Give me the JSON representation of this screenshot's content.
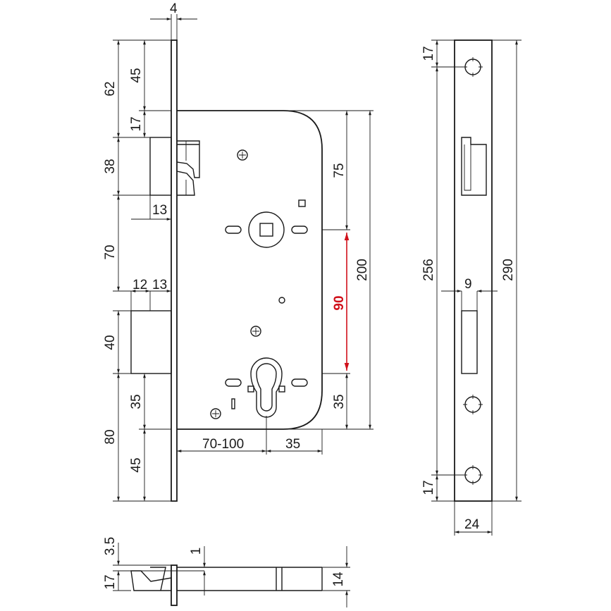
{
  "front_view": {
    "dims": {
      "faceplate_thickness": "4",
      "top_to_latch": "62",
      "top_to_case": "45",
      "case_top_offset": "17",
      "latch_height": "38",
      "latch_projection": "13",
      "latch_to_bolt": "70",
      "bolt_projection_a": "12",
      "bolt_projection_b": "13",
      "bolt_height": "40",
      "bolt_to_case_bottom": "35",
      "bottom_section": "80",
      "case_bottom_to_plate": "45",
      "backset": "70-100",
      "cylinder_offset": "35",
      "case_top_to_spindle": "75",
      "spindle_to_cylinder": "90",
      "case_height": "200",
      "cylinder_to_case_bottom": "35"
    }
  },
  "faceplate_view": {
    "dims": {
      "top_hole": "17",
      "hole_spacing": "256",
      "bolt_slot_width": "9",
      "plate_length": "290",
      "bottom_hole": "17",
      "plate_width": "24"
    }
  },
  "bottom_view": {
    "dims": {
      "plate_thickness": "3.5",
      "gap": "1",
      "bottom_height": "17",
      "case_depth": "14"
    }
  }
}
